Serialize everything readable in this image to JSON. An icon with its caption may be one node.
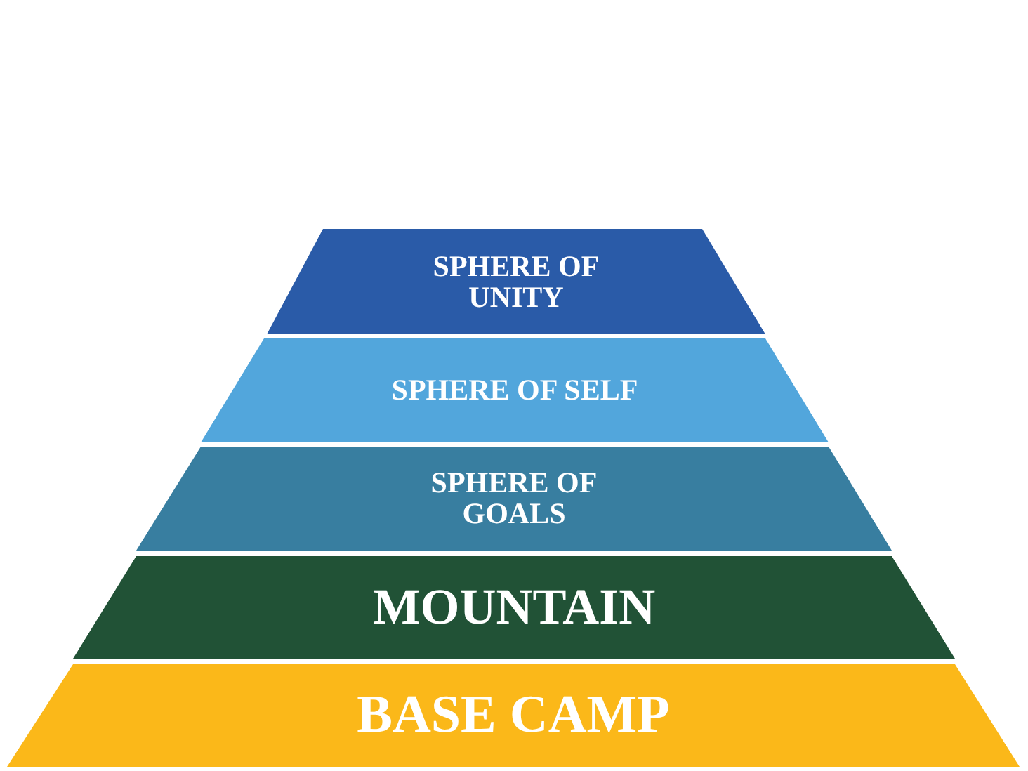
{
  "diagram": {
    "nodes": [
      {
        "text": [
          "SPHERE OF UNITY"
        ]
      },
      {
        "text": [
          "SPHERE OF SELF"
        ]
      },
      {
        "text": [
          "SPHERE OF GOALS"
        ]
      },
      {
        "text": [
          "MOUNTAIN"
        ]
      },
      {
        "text": [
          "BASE CAMP"
        ]
      }
    ]
  }
}
